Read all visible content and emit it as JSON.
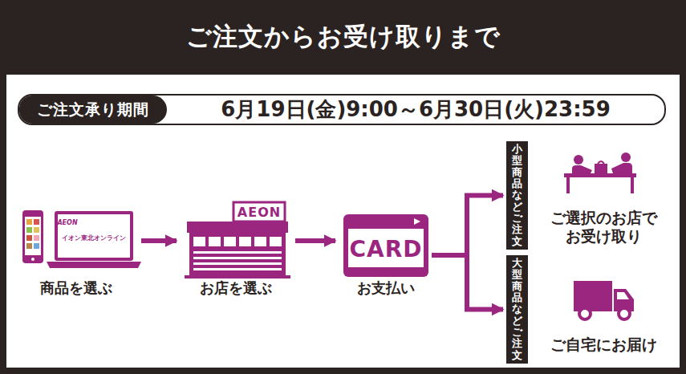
{
  "diagram": {
    "title": "ご注文からお受け取りまで",
    "nodes": [
      {
        "text": [
          "ご注文承り期間",
          "6月19日(金)9:00～6月30日(火)23:59"
        ]
      },
      {
        "text": [
          "商品を選ぶ"
        ]
      },
      {
        "text": [
          "お店を選ぶ"
        ]
      },
      {
        "text": [
          "お支払い"
        ]
      },
      {
        "text": [
          "小型商品などご注文"
        ]
      },
      {
        "text": [
          "大型商品などご注文"
        ]
      },
      {
        "text": [
          "ご選択のお店でお受け取り"
        ]
      },
      {
        "text": [
          "ご自宅にお届け"
        ]
      }
    ],
    "edges": [
      {
        "from": 1,
        "to": 2,
        "arrow": "to"
      },
      {
        "from": 2,
        "to": 3,
        "arrow": "to"
      },
      {
        "from": 3,
        "to": 4,
        "arrow": "to"
      },
      {
        "from": 3,
        "to": 5,
        "arrow": "to"
      }
    ],
    "labels": [
      "AEON",
      "イオン東北オンライン",
      "AEON",
      "CARD"
    ]
  }
}
